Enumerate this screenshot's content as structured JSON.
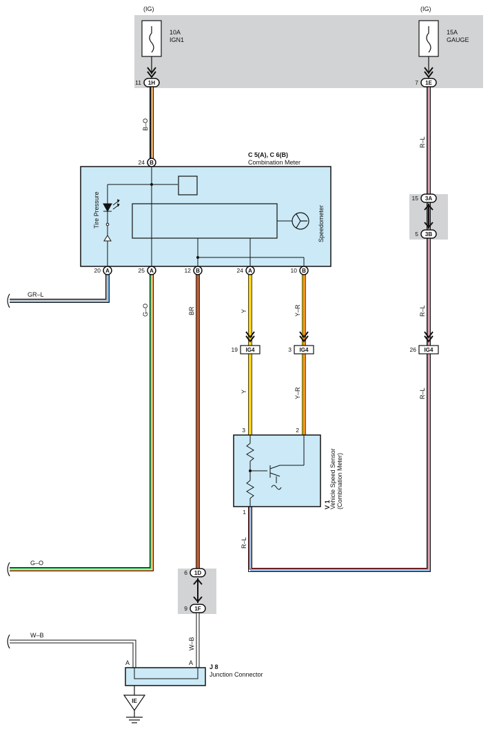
{
  "fuses": {
    "ign1": {
      "supply": "(IG)",
      "rating": "10A",
      "name": "IGN1",
      "pin": "11",
      "connector": "1H"
    },
    "gauge": {
      "supply": "(IG)",
      "rating": "15A",
      "name": "GAUGE",
      "pin": "7",
      "connector": "1E"
    }
  },
  "meter": {
    "code": "C 5(A), C 6(B)",
    "name": "Combination Meter",
    "top_pin": "24",
    "top_connector": "B",
    "tire_pressure": "Tire Pressure",
    "speedometer": "Speedometer",
    "pins": [
      {
        "num": "20",
        "conn": "A"
      },
      {
        "num": "25",
        "conn": "A"
      },
      {
        "num": "12",
        "conn": "B"
      },
      {
        "num": "24",
        "conn": "A"
      },
      {
        "num": "10",
        "conn": "B"
      }
    ]
  },
  "wires": {
    "b_o": "B–O",
    "r_l_top": "R–L",
    "gr_l": "GR–L",
    "g_o_vertical": "G–O",
    "br": "BR",
    "y_upper": "Y",
    "y_r_upper": "Y–R",
    "r_l_mid": "R–L",
    "y_lower": "Y",
    "y_r_lower": "Y–R",
    "r_l_lower": "R–L",
    "r_l_bottom": "R–L",
    "g_o_horizontal": "G–O",
    "w_b_vertical": "W–B",
    "w_b_horizontal": "W–B"
  },
  "splices": {
    "s3a": {
      "pin": "15",
      "conn": "3A"
    },
    "s3b": {
      "pin": "5",
      "conn": "3B"
    },
    "s1d": {
      "pin": "6",
      "conn": "1D"
    },
    "s1f": {
      "pin": "9",
      "conn": "1F"
    }
  },
  "ig4": [
    {
      "pin": "19",
      "conn": "IG4"
    },
    {
      "pin": "3",
      "conn": "IG4"
    },
    {
      "pin": "26",
      "conn": "IG4"
    }
  ],
  "sensor": {
    "code": "V 1",
    "name": "Vehicle Speed Sensor",
    "sub": "(Combination Meter)",
    "pin3": "3",
    "pin2": "2",
    "pin1": "1"
  },
  "junction": {
    "code": "J 8",
    "name": "Junction Connector",
    "pin_left": "A",
    "pin_right": "A"
  },
  "ground": {
    "label": "IE"
  },
  "colors": {
    "panel_gray": "#d2d3d4",
    "box_blue": "#cbe9f6",
    "orange": "#f4a44a",
    "red": "#e3262d",
    "blue": "#5aa0d8",
    "green": "#2aa84a",
    "yellow": "#f8d21c",
    "brown": "#b0603a",
    "black": "#111111"
  }
}
